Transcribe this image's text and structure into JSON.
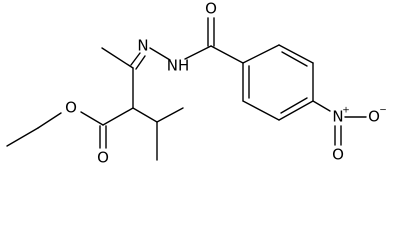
{
  "molecule": {
    "atoms": {
      "carbonyl_oxygen_top": "O",
      "imine_nitrogen": "N",
      "hydrazide_nh": "NH",
      "nitro_nitrogen": "N",
      "nitro_nitrogen_charge": "+",
      "nitro_oxygen_right": "O",
      "nitro_oxygen_right_charge": "−",
      "nitro_oxygen_bottom": "O",
      "ester_oxygen": "O",
      "ester_carbonyl_oxygen": "O"
    }
  }
}
